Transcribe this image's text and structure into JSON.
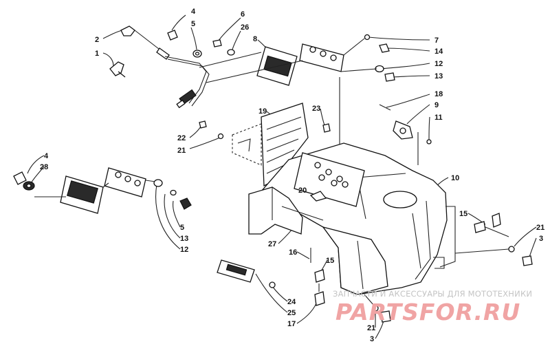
{
  "callouts": [
    {
      "id": "c1",
      "label": "1"
    },
    {
      "id": "c2",
      "label": "2"
    },
    {
      "id": "c4a",
      "label": "4"
    },
    {
      "id": "c5a",
      "label": "5"
    },
    {
      "id": "c6",
      "label": "6"
    },
    {
      "id": "c26",
      "label": "26"
    },
    {
      "id": "c8",
      "label": "8"
    },
    {
      "id": "c7",
      "label": "7"
    },
    {
      "id": "c14",
      "label": "14"
    },
    {
      "id": "c12a",
      "label": "12"
    },
    {
      "id": "c13a",
      "label": "13"
    },
    {
      "id": "c18",
      "label": "18"
    },
    {
      "id": "c9",
      "label": "9"
    },
    {
      "id": "c11",
      "label": "11"
    },
    {
      "id": "c19",
      "label": "19"
    },
    {
      "id": "c23",
      "label": "23"
    },
    {
      "id": "c22",
      "label": "22"
    },
    {
      "id": "c21a",
      "label": "21"
    },
    {
      "id": "c10",
      "label": "10"
    },
    {
      "id": "c4b",
      "label": "4"
    },
    {
      "id": "c28",
      "label": "28"
    },
    {
      "id": "c20",
      "label": "20"
    },
    {
      "id": "c5b",
      "label": "5"
    },
    {
      "id": "c13b",
      "label": "13"
    },
    {
      "id": "c12b",
      "label": "12"
    },
    {
      "id": "c27",
      "label": "27"
    },
    {
      "id": "c15a",
      "label": "15"
    },
    {
      "id": "c21b",
      "label": "21"
    },
    {
      "id": "c3a",
      "label": "3"
    },
    {
      "id": "c16",
      "label": "16"
    },
    {
      "id": "c15b",
      "label": "15"
    },
    {
      "id": "c24",
      "label": "24"
    },
    {
      "id": "c25",
      "label": "25"
    },
    {
      "id": "c17",
      "label": "17"
    },
    {
      "id": "c21c",
      "label": "21"
    },
    {
      "id": "c3b",
      "label": "3"
    }
  ],
  "watermark": {
    "tagline": "ЗАПЧАСТИ И АКСЕССУАРЫ ДЛЯ МОТОТЕХНИКИ",
    "logo": "PARTSFOR.RU"
  },
  "colors": {
    "line": "#222222",
    "watermark_logo": "#f0a4a4",
    "watermark_text": "#c4c4c4"
  }
}
